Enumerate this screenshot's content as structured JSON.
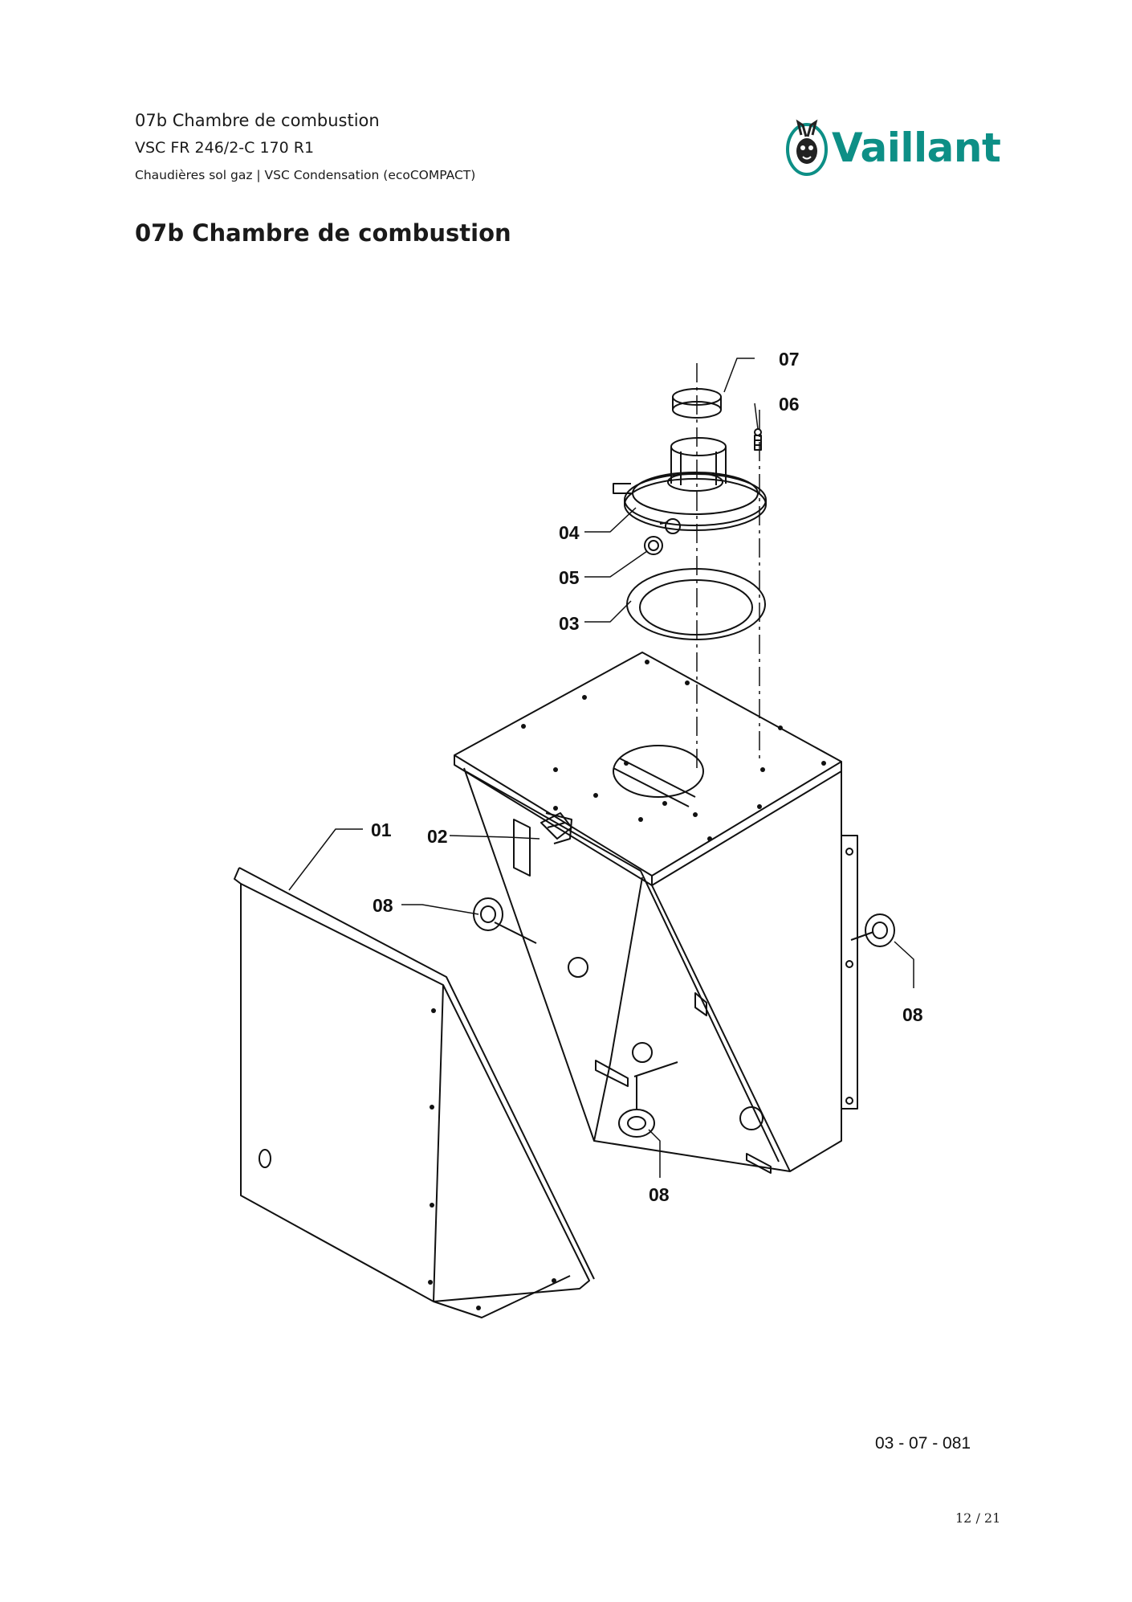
{
  "header": {
    "section": "07b Chambre de combustion",
    "model": "VSC FR 246/2-C 170 R1",
    "category": "Chaudières sol gaz | VSC Condensation (ecoCOMPACT)"
  },
  "logo": {
    "text": "Vaillant",
    "color": "#0d8f86",
    "icon": "hare-emblem-icon"
  },
  "title": "07b Chambre de combustion",
  "callouts": {
    "c07": "07",
    "c06": "06",
    "c04": "04",
    "c05": "05",
    "c03": "03",
    "c01": "01",
    "c02": "02",
    "c08a": "08",
    "c08b": "08",
    "c08c": "08"
  },
  "drawing_reference": "03 - 07 - 081",
  "page_number": "12 / 21"
}
